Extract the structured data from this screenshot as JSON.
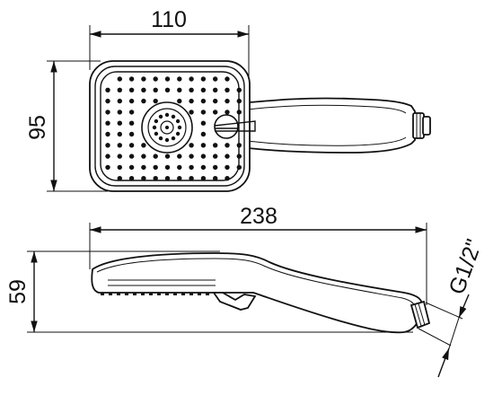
{
  "drawing": {
    "top_view": {
      "width_dimension": "110",
      "height_dimension": "95"
    },
    "side_view": {
      "length_dimension": "238",
      "height_dimension": "59",
      "thread_label": "G1/2\""
    }
  }
}
